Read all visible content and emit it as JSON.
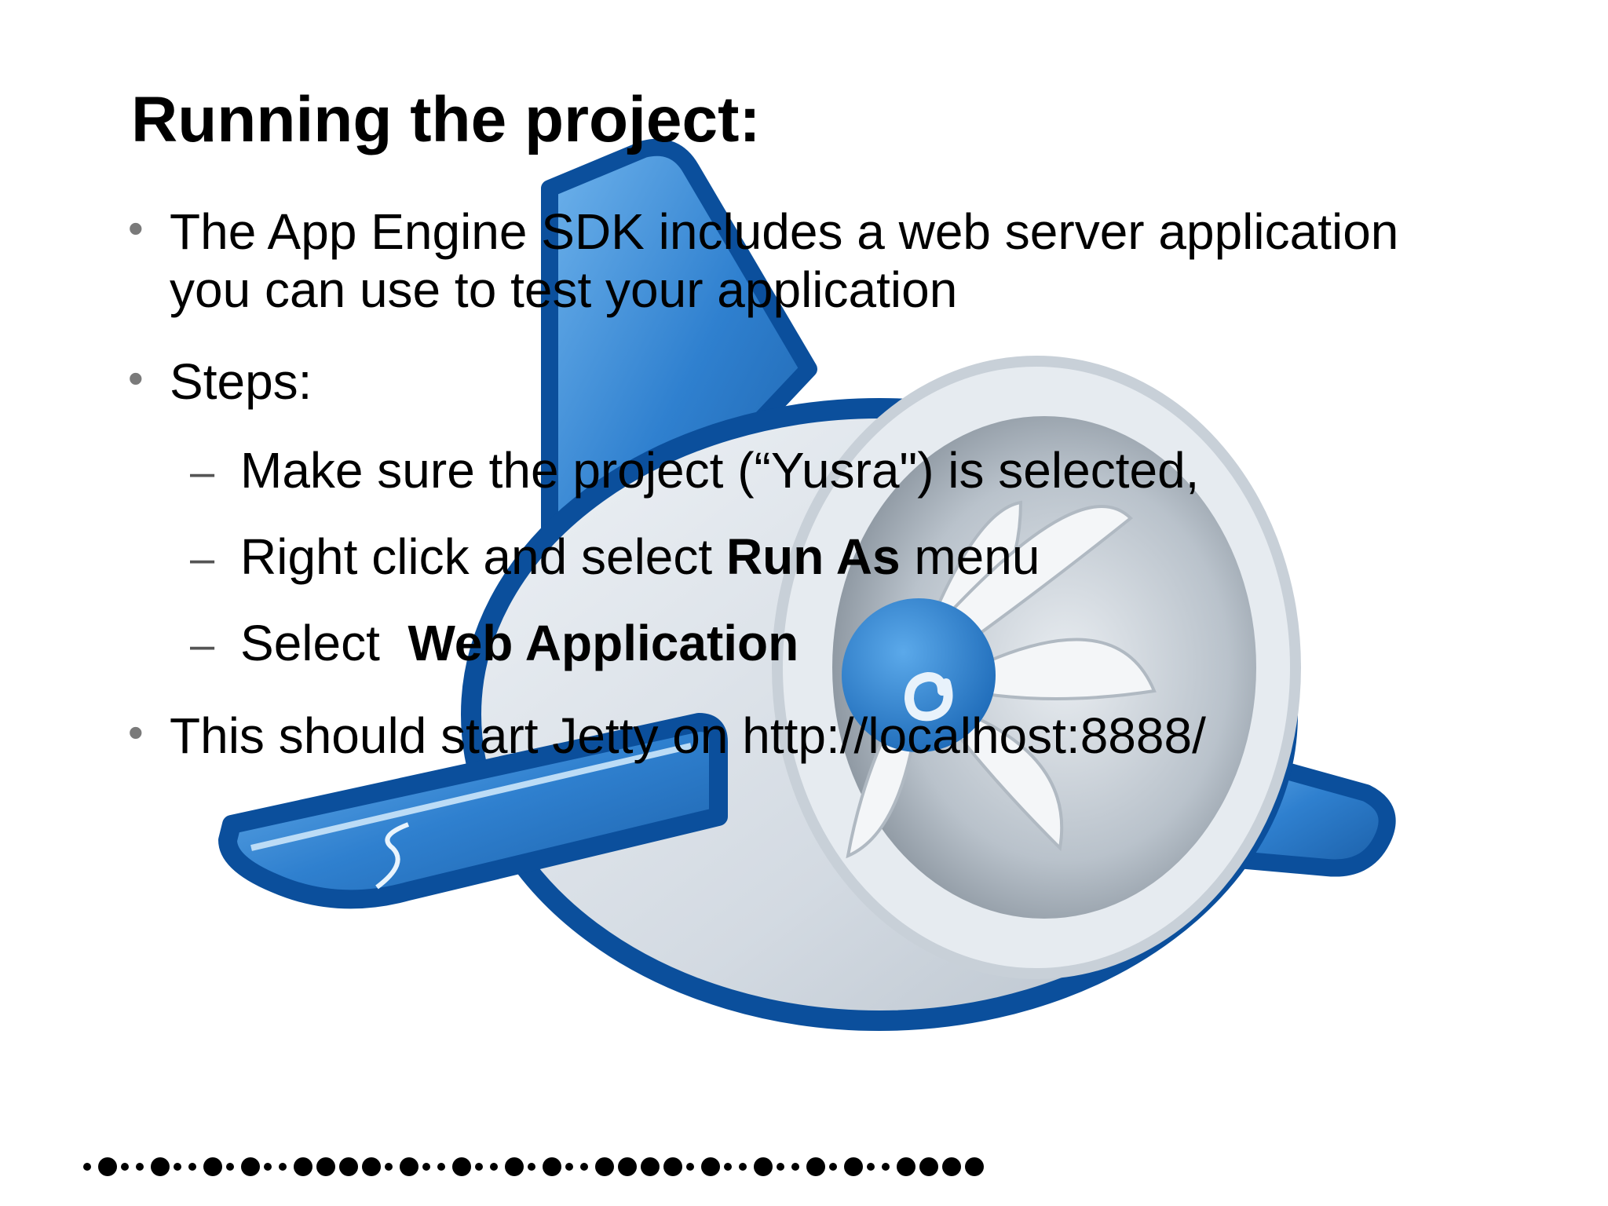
{
  "slide": {
    "title": "Running the project:",
    "bullet1_line1": "The App Engine SDK includes a web server application",
    "bullet1_line2": "you can use to test your application",
    "bullet2": "Steps:",
    "step1": "Make sure the project (“Yusra\") is selected,",
    "step2_prefix": "Right click and select ",
    "step2_bold": "Run As",
    "step2_suffix": " menu",
    "step3_prefix": "Select  ",
    "step3_bold": "Web Application",
    "bullet3": "This should start Jetty on http://localhost:8888/",
    "bullet_glyph": "•",
    "dash_glyph": "–"
  },
  "logo": {
    "icon": "app-engine-logo-icon",
    "colors": {
      "outline": "#0b4f9c",
      "blue_light": "#4a9be0",
      "blue_mid": "#2a77c4",
      "body_light": "#dde4ec",
      "body_mid": "#c3ccd6",
      "fan_dark": "#9aa3ad"
    }
  },
  "footer": {
    "icon": "dotted-divider-icon",
    "color": "#000000"
  }
}
